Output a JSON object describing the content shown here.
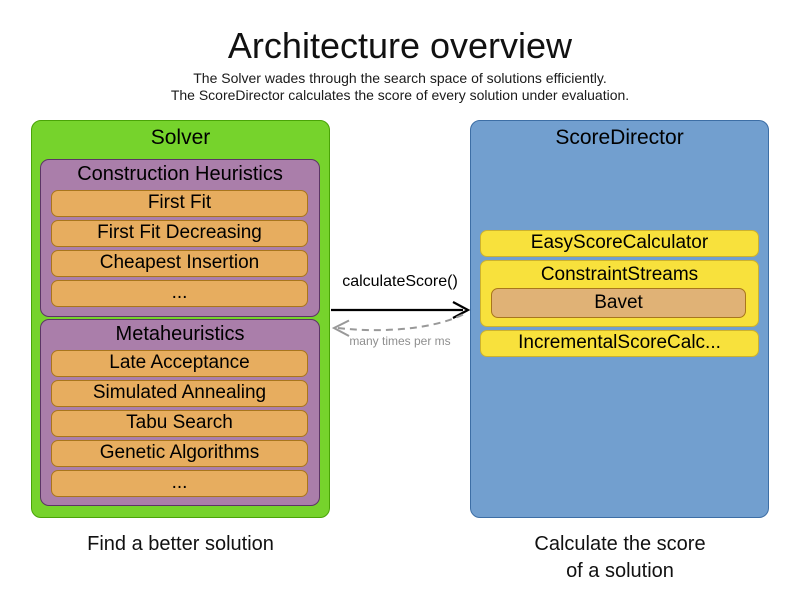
{
  "page": {
    "title": "Architecture overview",
    "subtitle_line1": "The Solver wades through the search space of solutions efficiently.",
    "subtitle_line2": "The ScoreDirector calculates the score of every solution under evaluation."
  },
  "solver": {
    "title": "Solver",
    "caption": "Find a better solution",
    "construction_heuristics": {
      "title": "Construction Heuristics",
      "items": [
        "First Fit",
        "First Fit Decreasing",
        "Cheapest Insertion",
        "..."
      ]
    },
    "metaheuristics": {
      "title": "Metaheuristics",
      "items": [
        "Late Acceptance",
        "Simulated Annealing",
        "Tabu Search",
        "Genetic Algorithms",
        "..."
      ]
    }
  },
  "score_director": {
    "title": "ScoreDirector",
    "caption_line1": "Calculate the score",
    "caption_line2": "of a solution",
    "easy_score_calculator": "EasyScoreCalculator",
    "constraint_streams": {
      "title": "ConstraintStreams",
      "implementation": "Bavet"
    },
    "incremental_score_calculator": "IncrementalScoreCalc..."
  },
  "interaction": {
    "arrow_label": "calculateScore()",
    "arrow_frequency": "many times per ms"
  },
  "colors": {
    "solver_green": "#76d32c",
    "solver_green_border": "#4aa407",
    "phase_purple": "#aa7eaa",
    "phase_purple_border": "#5c3566",
    "algorithm_orange": "#e7ad5f",
    "algorithm_orange_border": "#a9761c",
    "bavet_orange": "#e0b276",
    "score_director_blue": "#729fcf",
    "score_director_blue_border": "#3d6ea5",
    "calculator_yellow": "#f8e13c",
    "calculator_yellow_border": "#cdb22e",
    "arrow_black": "#000000",
    "arrow_gray": "#999999"
  }
}
